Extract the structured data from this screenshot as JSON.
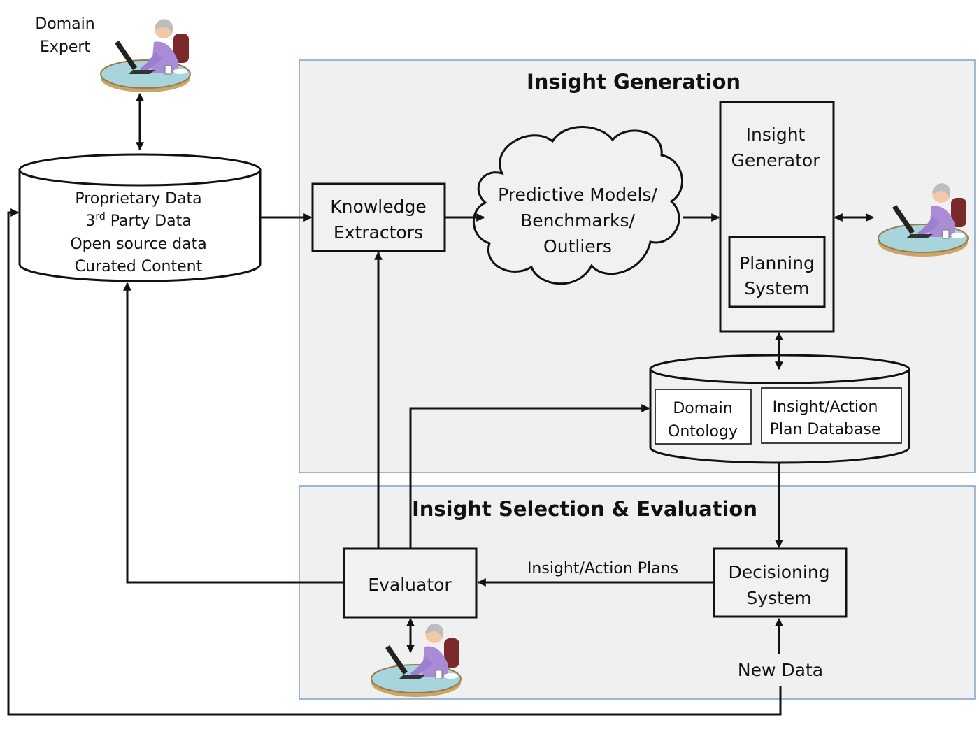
{
  "panels": {
    "generation_title": "Insight Generation",
    "selection_title": "Insight Selection & Evaluation"
  },
  "actors": {
    "domain_expert": [
      "Domain",
      "Expert"
    ]
  },
  "data_store": {
    "lines": [
      "Proprietary Data",
      "3",
      "rd",
      " Party Data",
      "Open source data",
      "Curated Content"
    ]
  },
  "nodes": {
    "knowledge_extractors": [
      "Knowledge",
      "Extractors"
    ],
    "predictive_models": [
      "Predictive Models/",
      "Benchmarks/",
      "Outliers"
    ],
    "insight_generator": [
      "Insight",
      "Generator"
    ],
    "planning_system": [
      "Planning",
      "System"
    ],
    "domain_ontology": [
      "Domain",
      "Ontology"
    ],
    "plan_database": [
      "Insight/Action",
      "Plan Database"
    ],
    "evaluator": "Evaluator",
    "decisioning_system": [
      "Decisioning",
      "System"
    ],
    "new_data": "New Data"
  },
  "edges": {
    "insight_action_plans": "Insight/Action Plans"
  }
}
